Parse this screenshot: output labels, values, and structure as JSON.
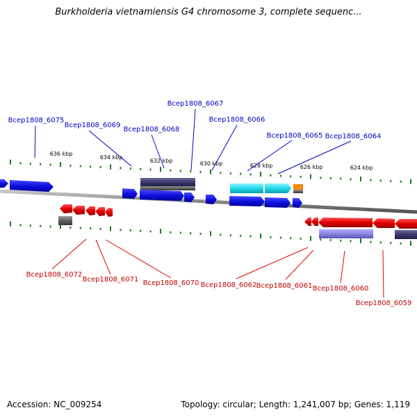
{
  "title": "Burkholderia vietnamiensis G4 chromosome 3, complete sequenc...",
  "footer": {
    "accession": "Accession: NC_009254",
    "stats": "Topology: circular; Length: 1,241,007 bp; Genes: 1,119"
  },
  "scale_labels": [
    "636 kbp",
    "634 kbp",
    "632 kbp",
    "630 kbp",
    "628 kbp",
    "626 kbp",
    "624 kbp"
  ],
  "top_labels": [
    "Bcep1808_6075",
    "Bcep1808_6069",
    "Bcep1808_6068",
    "Bcep1808_6067",
    "Bcep1808_6066",
    "Bcep1808_6065",
    "Bcep1808_6064"
  ],
  "bottom_labels": [
    "Bcep1808_6072",
    "Bcep1808_6071",
    "Bcep1808_6070",
    "Bcep1808_6062",
    "Bcep1808_6061",
    "Bcep1808_6060",
    "Bcep1808_6059"
  ],
  "colors": {
    "forward_gene": "#1010e0",
    "reverse_gene": "#e00000",
    "top_label": "#0000c0",
    "bottom_label": "#c00000",
    "backbone": "#909090",
    "tick": "#1a7a1a",
    "highlight_cyan": "#22d8e8",
    "highlight_orange": "#f08a10",
    "dark_feature": "#3a3a6a",
    "lavender_feature": "#8a86e0",
    "grey_feature": "#606060"
  }
}
